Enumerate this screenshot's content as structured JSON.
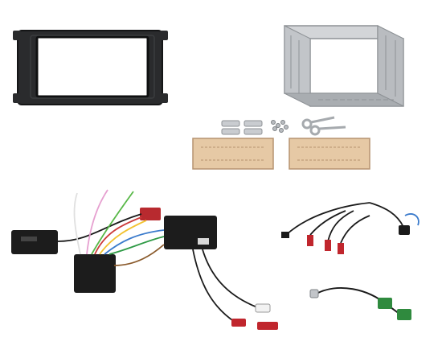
{
  "scene": {
    "background": "#ffffff",
    "colors": {
      "fascia": "#2a2b2d",
      "fascia_edge": "#141516",
      "cage_metal": "#b9bcc0",
      "cage_shadow": "#8e9296",
      "plate_wood": "#e6c9a5",
      "plate_line": "#b69370",
      "cable_black": "#1a1a1a",
      "plug_red": "#c0262d",
      "plug_white": "#f2f2f2",
      "connector_red": "#b82a2f"
    },
    "items": [
      {
        "name": "double-din-fascia",
        "shape": "fascia-panel-icon"
      },
      {
        "name": "metal-cage",
        "shape": "cage-icon"
      },
      {
        "name": "mounting-clips",
        "shape": "clip-icon"
      },
      {
        "name": "screws",
        "shape": "screw-icon"
      },
      {
        "name": "release-keys",
        "shape": "key-icon"
      },
      {
        "name": "side-brackets",
        "shape": "bracket-icon"
      },
      {
        "name": "steering-interface",
        "shape": "wiring-harness-icon"
      },
      {
        "name": "aux-patch-lead",
        "shape": "aux-lead-icon"
      },
      {
        "name": "antenna-adapter",
        "shape": "antenna-adapter-icon"
      }
    ]
  }
}
